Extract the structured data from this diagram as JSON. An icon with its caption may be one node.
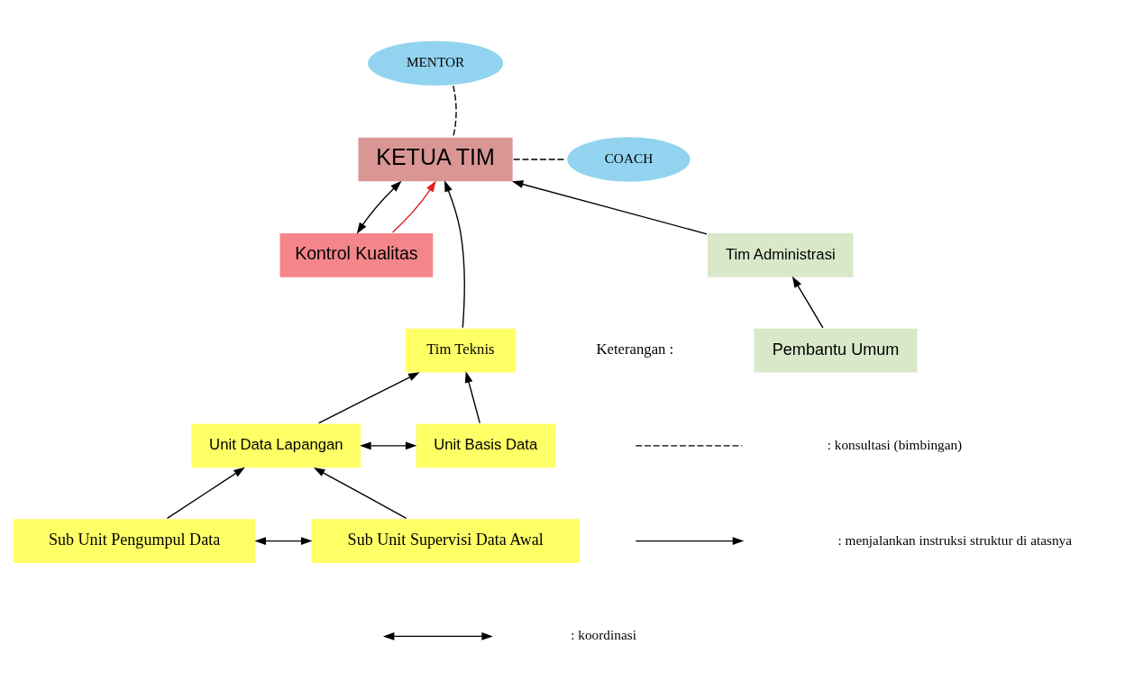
{
  "diagram": {
    "nodes": [
      {
        "text": [
          "MENTOR"
        ]
      },
      {
        "text": [
          "KETUA TIM"
        ]
      },
      {
        "text": [
          "COACH"
        ]
      },
      {
        "text": [
          "Kontrol Kualitas"
        ]
      },
      {
        "text": [
          "Tim Teknis"
        ]
      },
      {
        "text": [
          "Tim Administrasi"
        ]
      },
      {
        "text": [
          "Unit Data Lapangan"
        ]
      },
      {
        "text": [
          "Unit Basis Data"
        ]
      },
      {
        "text": [
          "Sub Unit Pengumpul Data"
        ]
      },
      {
        "text": [
          "Sub Unit Supervisi Data Awal"
        ]
      },
      {
        "text": [
          "Pembantu Umum"
        ]
      }
    ],
    "edges": [
      {
        "from": 0,
        "to": 1,
        "arrow": "none",
        "style": "dashed"
      },
      {
        "from": 1,
        "to": 2,
        "arrow": "none",
        "style": "dashed"
      },
      {
        "from": 3,
        "to": 1,
        "arrow": "both"
      },
      {
        "from": 3,
        "to": 1,
        "arrow": "to",
        "color": "#e02020"
      },
      {
        "from": 4,
        "to": 1,
        "arrow": "to"
      },
      {
        "from": 5,
        "to": 1,
        "arrow": "to"
      },
      {
        "from": 6,
        "to": 4,
        "arrow": "to"
      },
      {
        "from": 7,
        "to": 4,
        "arrow": "to"
      },
      {
        "from": 6,
        "to": 7,
        "arrow": "both"
      },
      {
        "from": 8,
        "to": 6,
        "arrow": "to"
      },
      {
        "from": 9,
        "to": 6,
        "arrow": "to"
      },
      {
        "from": 8,
        "to": 9,
        "arrow": "both"
      },
      {
        "from": 10,
        "to": 5,
        "arrow": "to"
      }
    ],
    "labels": [
      "Keterangan :"
    ],
    "legend": [
      {
        "text": ": konsultasi (bimbingan)"
      },
      {
        "text": ": menjalankan instruksi struktur di atasnya"
      },
      {
        "text": ": koordinasi"
      }
    ]
  }
}
